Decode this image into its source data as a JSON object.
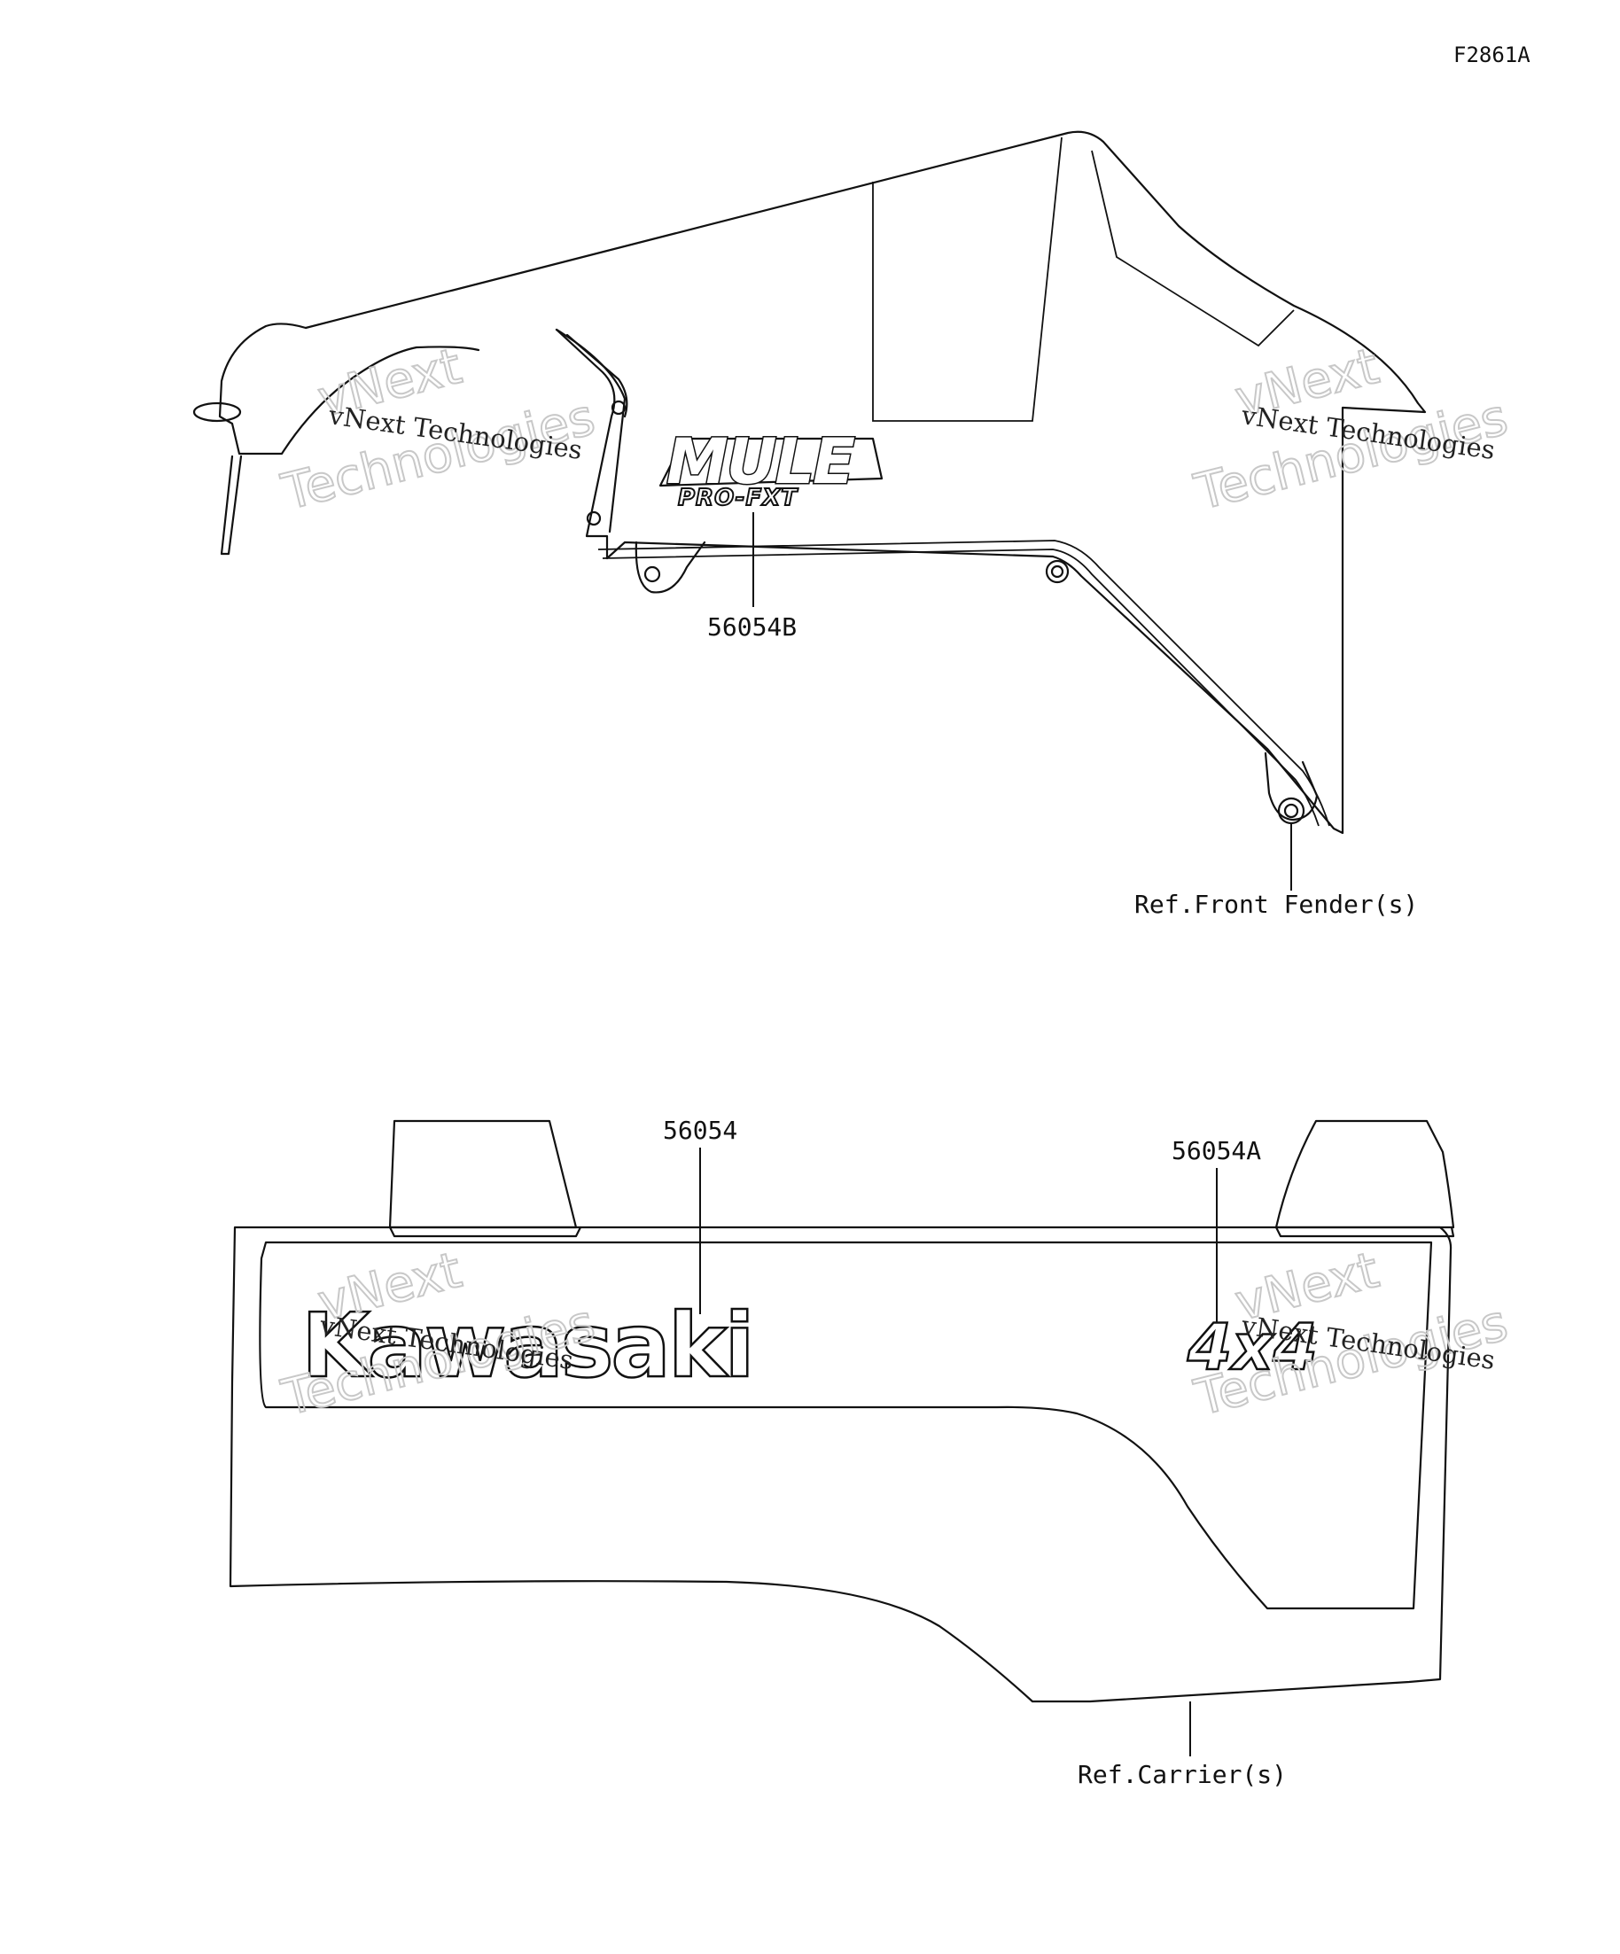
{
  "figure_id": "F2861A",
  "callouts": {
    "mule_decal_part": "56054B",
    "front_fender_ref": "Ref.Front Fender(s)",
    "kawasaki_decal_part": "56054",
    "fourbyfour_decal_part": "56054A",
    "carrier_ref": "Ref.Carrier(s)"
  },
  "decals": {
    "mule_main": "MULE",
    "mule_sub": "PRO-FXT",
    "kawasaki": "Kawasaki",
    "fourbyfour": "4x4"
  },
  "watermark": {
    "line1": "vNext Technologies",
    "line2_a": "vNext",
    "line2_b": "Technologies"
  },
  "colors": {
    "line": "#111111",
    "background": "#ffffff",
    "watermark_outline": "#c8c8c8"
  }
}
